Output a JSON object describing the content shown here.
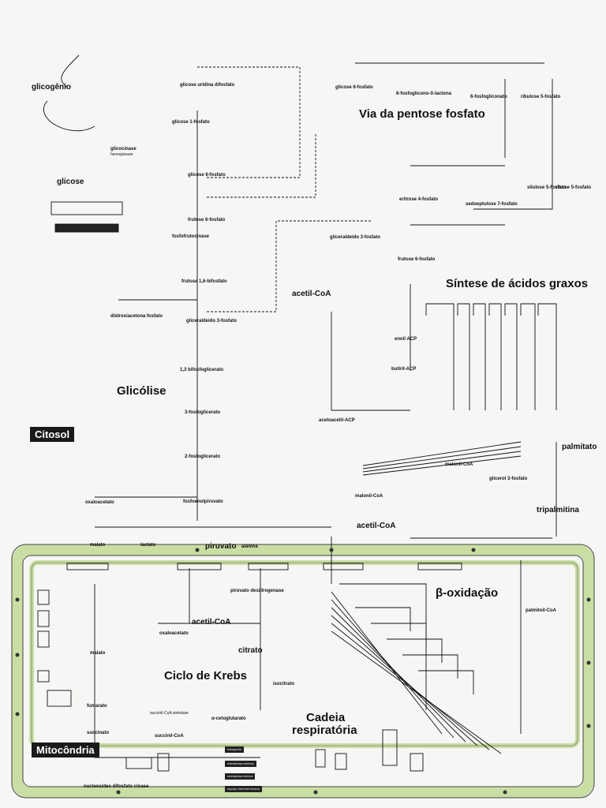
{
  "regions": {
    "cytosol": "Citosol",
    "mitochondrion": "Mitocôndria"
  },
  "pathways": {
    "pentose": "Via da pentose fosfato",
    "fatty_acid": "Síntese de ácidos graxos",
    "glycolysis": "Glicólise",
    "krebs": "Ciclo de Krebs",
    "beta_oxidation": "β-oxidação",
    "respiratory_chain_1": "Cadeia",
    "respiratory_chain_2": "respiratória"
  },
  "metabolites": {
    "glycogen": "glicogênio",
    "glucose": "glicose",
    "udp_glucose": "glicose uridina difosfato",
    "glucose_1p": "glicose 1-fosfato",
    "glucose_6p": "glicose 6-fosfato",
    "fructose_6p": "frutose 6-fosfato",
    "fructose_16bp": "frutose 1,6-bifosfato",
    "dhap": "diidroxiacetona fosfato",
    "g3p": "gliceraldeído 3-fosfato",
    "bpg": "1,3 bifosfoglicerato",
    "pg3": "3-fosfoglicerato",
    "pg2": "2-fosfoglicerato",
    "pep": "fosfoenolpiruvato",
    "pyruvate": "piruvato",
    "lactate": "lactato",
    "alanine": "alanina",
    "malate": "malato",
    "oxaloacetate": "oxaloacetato",
    "citrate": "citrato",
    "isocitrate": "isocitrato",
    "akg": "α-cetoglutarato",
    "succinyl_coa": "succinil-CoA",
    "succinate": "succinato",
    "fumarate": "fumarato",
    "acetyl_coa": "acetil-CoA",
    "malonyl_coa": "malonil-CoA",
    "palmitate": "palmitato",
    "tripalmitin": "tripalmitina",
    "palmitoyl_coa": "palmitoil-CoA",
    "glycerol_3p": "glicerol 3-fosfato",
    "ribulose_5p": "ribulose 5-fosfato",
    "ribose_5p": "ribose 5-fosfato",
    "xylulose_5p": "xilulose 5-fosfato",
    "erythrose_4p": "eritrose 4-fosfato",
    "sedoheptulose_7p": "sedoeptulose 7-fosfato",
    "gluconate_6p": "6-fosfogliconato",
    "gluconolactone": "6-fosfoglicono-δ-lactona",
    "acetoacetyl_acp": "acetoacetil-ACP",
    "butyryl_acp": "butiril-ACP",
    "enoyl_acp": "enoil ACP"
  },
  "enzymes": {
    "glucokinase": "glicocinase",
    "hexokinase": "hexoquinase",
    "pfk": "fosfofrutocinase",
    "pyruvate_dh": "piruvato desidrogenase",
    "nucleoside_dk": "nucleosídeo difosfato cinase",
    "succinyl_synthetase": "succinil-CoA sintetase"
  },
  "legend_chips": [
    "transporte",
    "membrana externa",
    "membrana interna",
    "espaço intermembrana"
  ],
  "colors": {
    "membrane": "#c9dea3",
    "ink": "#111111",
    "tag_bg": "#1a1a1a"
  }
}
